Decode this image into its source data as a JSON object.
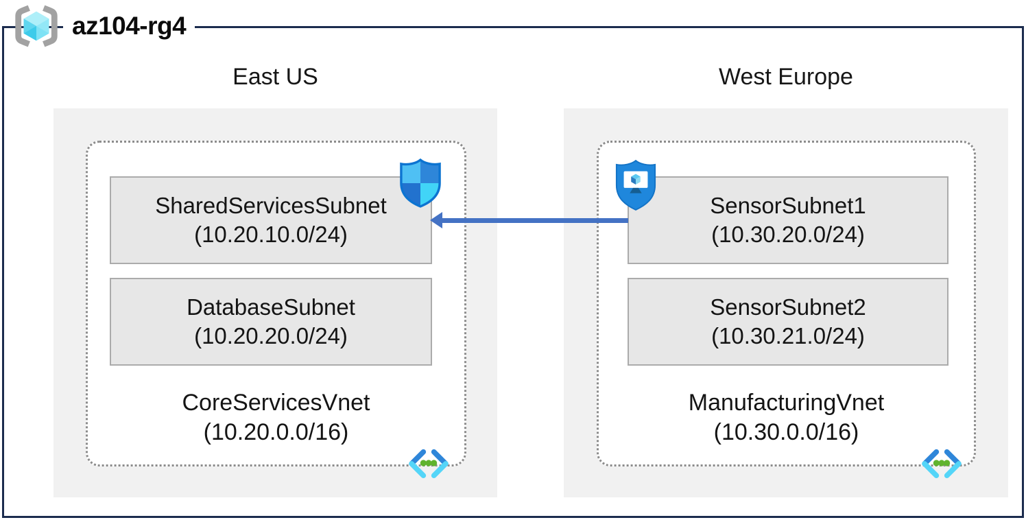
{
  "resource_group": {
    "name": "az104-rg4"
  },
  "regions": [
    {
      "name": "East US",
      "vnet": {
        "name": "CoreServicesVnet",
        "cidr": "(10.20.0.0/16)",
        "subnets": [
          {
            "name": "SharedServicesSubnet",
            "cidr": "(10.20.10.0/24)",
            "badge": "nsg-shield-icon"
          },
          {
            "name": "DatabaseSubnet",
            "cidr": "(10.20.20.0/24)",
            "badge": null
          }
        ]
      }
    },
    {
      "name": "West Europe",
      "vnet": {
        "name": "ManufacturingVnet",
        "cidr": "(10.30.0.0/16)",
        "subnets": [
          {
            "name": "SensorSubnet1",
            "cidr": "(10.30.20.0/24)",
            "badge": "asg-shield-icon"
          },
          {
            "name": "SensorSubnet2",
            "cidr": "(10.30.21.0/24)",
            "badge": null
          }
        ]
      }
    }
  ],
  "connection": {
    "from": "SensorSubnet1",
    "to": "SharedServicesSubnet",
    "direction": "right-to-left",
    "color": "#4472c4"
  },
  "icons": {
    "resource_group": "resource-group-brackets-cube-icon",
    "network_security_group": "nsg-quadrant-shield-icon",
    "application_security_group": "asg-shield-monitor-icon",
    "virtual_network": "vnet-angle-brackets-dots-icon"
  },
  "colors": {
    "boundary_border": "#1c2c4e",
    "region_fill": "#f1f1f1",
    "subnet_fill": "#e7e7e7",
    "subnet_border": "#ababab",
    "vnet_dotted_border": "#8c8c8c",
    "arrow": "#4472c4",
    "icon_blue": "#2e86d9",
    "icon_cyan": "#54d5f8",
    "icon_green": "#60b32e"
  }
}
